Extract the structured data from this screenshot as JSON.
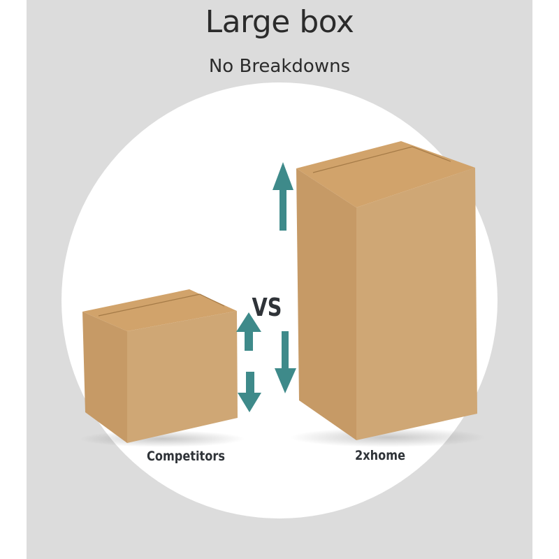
{
  "header": {
    "title": "Large box",
    "subtitle": "No Breakdowns"
  },
  "comparison": {
    "vs_label": "VS",
    "left_label": "Competitors",
    "right_label": "2xhome"
  },
  "colors": {
    "background_panel": "#dcdcdc",
    "circle": "#ffffff",
    "box_front": "#cfa775",
    "box_side": "#c69a66",
    "box_top": "#d1a36b",
    "arrow": "#3e8a8a",
    "text": "#2b2b2b"
  },
  "icons": [
    "height-arrow-icon",
    "cardboard-box-icon"
  ]
}
